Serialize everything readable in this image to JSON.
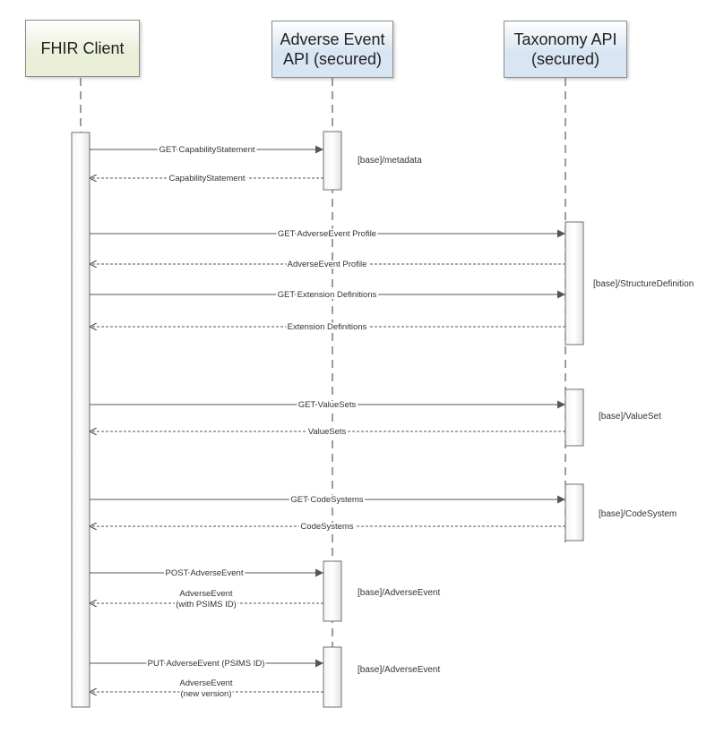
{
  "colors": {
    "client_fill": "#eaf0d8",
    "ae_fill": "#d7e6f2",
    "tax_fill": "#d7e6f2",
    "line": "#555555"
  },
  "participants": {
    "client": {
      "lines": [
        "FHIR Client"
      ]
    },
    "ae": {
      "lines": [
        "Adverse Event",
        "API (secured)"
      ]
    },
    "tax": {
      "lines": [
        "Taxonomy API",
        "(secured)"
      ]
    }
  },
  "messages": {
    "m1": {
      "lines": [
        "GET CapabilityStatement"
      ]
    },
    "m2": {
      "lines": [
        "CapabilityStatement"
      ]
    },
    "m3": {
      "lines": [
        "GET AdverseEvent Profile"
      ]
    },
    "m4": {
      "lines": [
        "AdverseEvent Profile"
      ]
    },
    "m5": {
      "lines": [
        "GET Extension Definitions"
      ]
    },
    "m6": {
      "lines": [
        "Extension Definitions"
      ]
    },
    "m7": {
      "lines": [
        "GET ValueSets"
      ]
    },
    "m8": {
      "lines": [
        "ValueSets"
      ]
    },
    "m9": {
      "lines": [
        "GET CodeSystems"
      ]
    },
    "m10": {
      "lines": [
        "CodeSystems"
      ]
    },
    "m11": {
      "lines": [
        "POST AdverseEvent"
      ]
    },
    "m12": {
      "lines": [
        "AdverseEvent",
        "(with PSIMS ID)"
      ]
    },
    "m13": {
      "lines": [
        "PUT AdverseEvent (PSIMS ID)"
      ]
    },
    "m14": {
      "lines": [
        "AdverseEvent",
        "(new version)"
      ]
    }
  },
  "notes": {
    "n1": "[base]/metadata",
    "n2": "[base]/StructureDefinition",
    "n3": "[base]/ValueSet",
    "n4": "[base]/CodeSystem",
    "n5": "[base]/AdverseEvent",
    "n6": "[base]/AdverseEvent"
  }
}
